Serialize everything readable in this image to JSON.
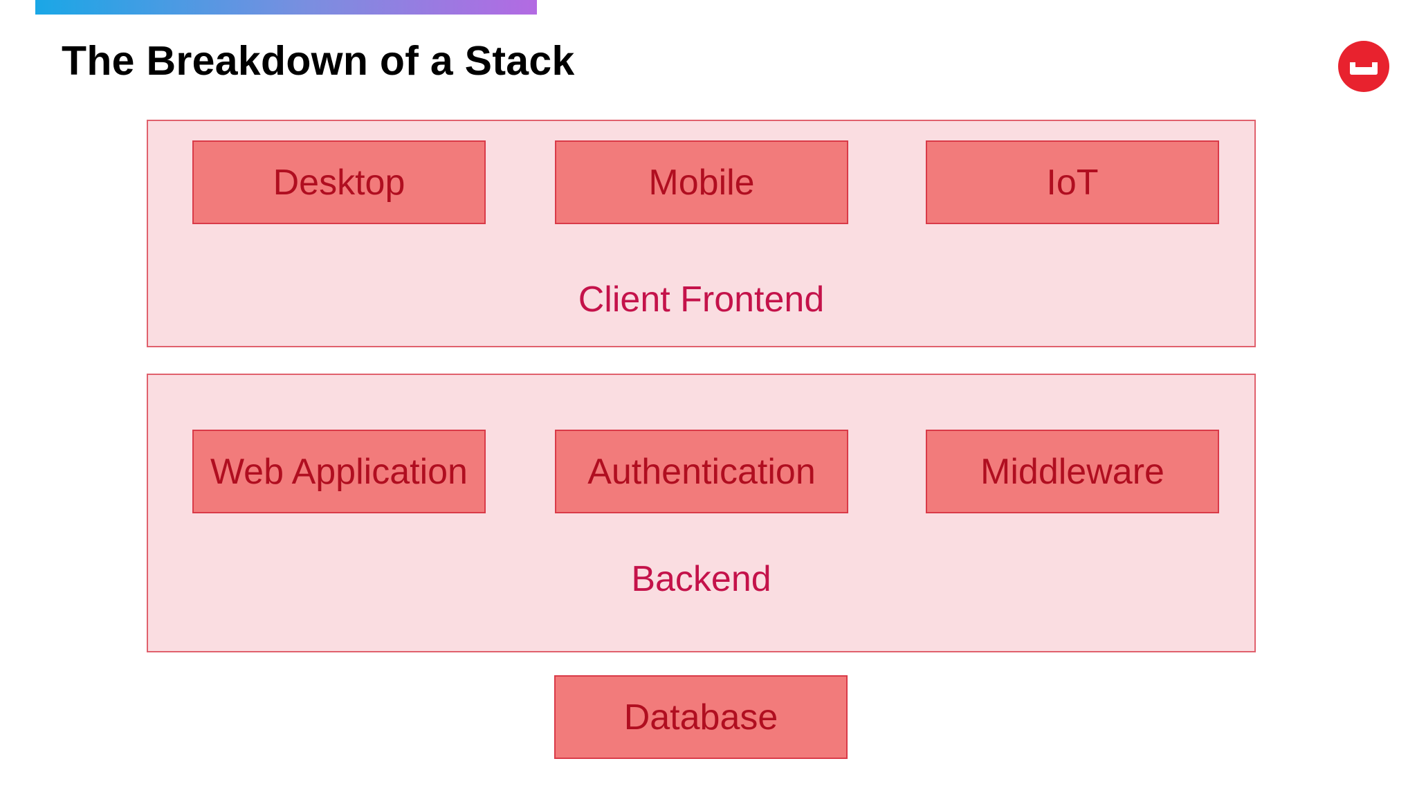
{
  "slide": {
    "title": "The Breakdown of a Stack"
  },
  "logo": {
    "icon": "couch-logo-icon",
    "color": "#e8222e"
  },
  "frontend": {
    "label": "Client Frontend",
    "items": [
      "Desktop",
      "Mobile",
      "IoT"
    ]
  },
  "backend": {
    "label": "Backend",
    "items": [
      "Web Application",
      "Authentication",
      "Middleware"
    ]
  },
  "database": {
    "label": "Database"
  },
  "colors": {
    "group_fill": "#fadde1",
    "group_border": "#e0606c",
    "box_fill": "#f27b7b",
    "box_text": "#b00e20",
    "group_label_text": "#c4124a"
  }
}
